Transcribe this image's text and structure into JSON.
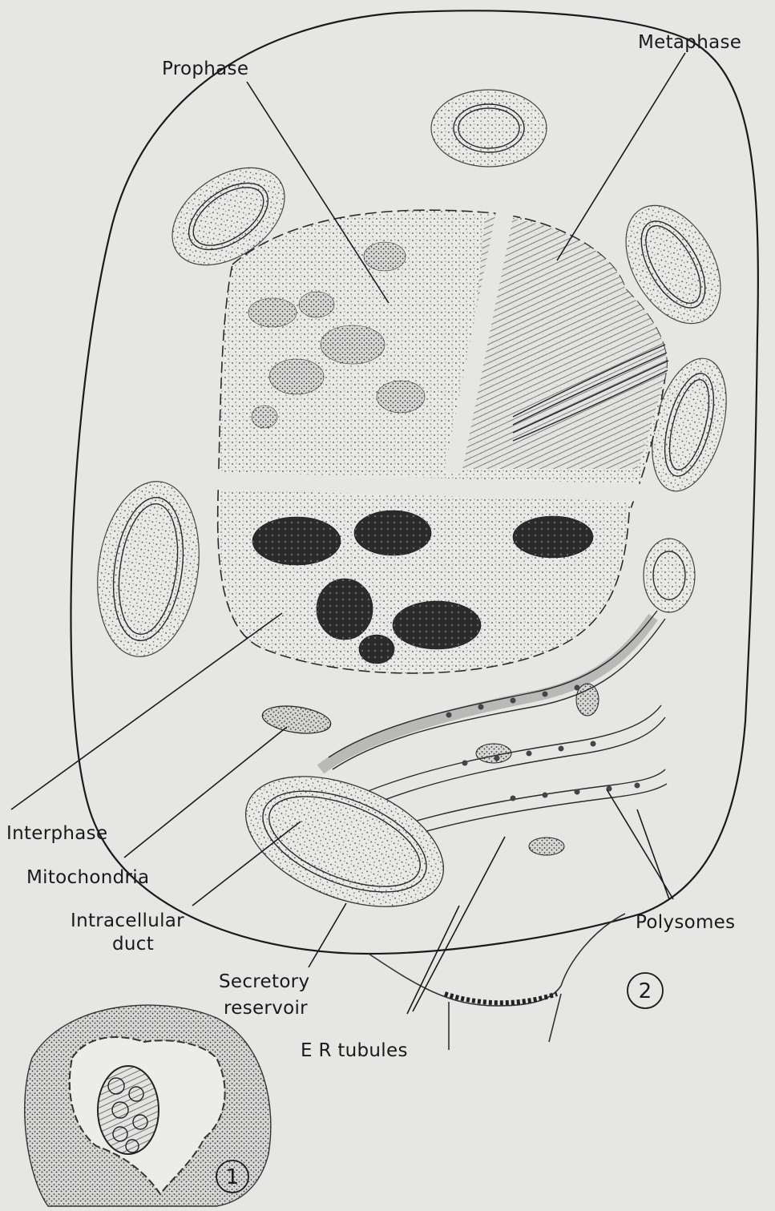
{
  "labels": {
    "prophase": "Prophase",
    "metaphase": "Metaphase",
    "interphase": "Interphase",
    "mitochondria": "Mitochondria",
    "intracellular_duct_1": "Intracellular",
    "intracellular_duct_2": "duct",
    "polysomes": "Polysomes",
    "secretory_reservoir_1": "Secretory",
    "secretory_reservoir_2": "reservoir",
    "er_tubules": "E R tubules"
  },
  "figure_numbers": {
    "main": "2",
    "inset": "1"
  }
}
